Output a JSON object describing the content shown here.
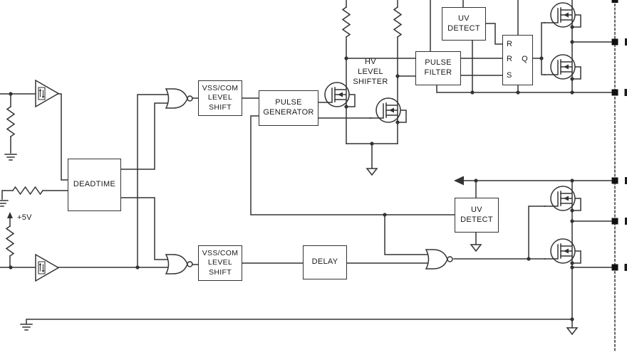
{
  "labels": {
    "supply_5v": "+5V",
    "deadtime": "DEADTIME",
    "vss_com_level_shift": {
      "line1": "VSS/COM",
      "line2": "LEVEL",
      "line3": "SHIFT"
    },
    "pulse_generator": {
      "line1": "PULSE",
      "line2": "GENERATOR"
    },
    "hv_level_shifter": {
      "line1": "HV",
      "line2": "LEVEL",
      "line3": "SHIFTER"
    },
    "pulse_filter": {
      "line1": "PULSE",
      "line2": "FILTER"
    },
    "uv_detect": {
      "line1": "UV",
      "line2": "DETECT"
    },
    "delay": "DELAY",
    "latch_pins": {
      "r1": "R",
      "r2": "R",
      "s": "S",
      "q": "Q"
    }
  },
  "colors": {
    "line": "#333333",
    "text": "#1a1a1a",
    "pad": "#111111",
    "background": "#ffffff"
  },
  "icons": {
    "mosfet": "n-channel mosfet in circle",
    "ground": "three-bar ground",
    "vss_arrow": "hollow down triangle",
    "supply_arrow": "up arrow",
    "rail_arrow": "solid left arrow",
    "schmitt_buffer": "triangle buffer with hysteresis glyph",
    "nor_gate": "or shape with bubble",
    "ic_boundary": "dashed line with pads"
  }
}
